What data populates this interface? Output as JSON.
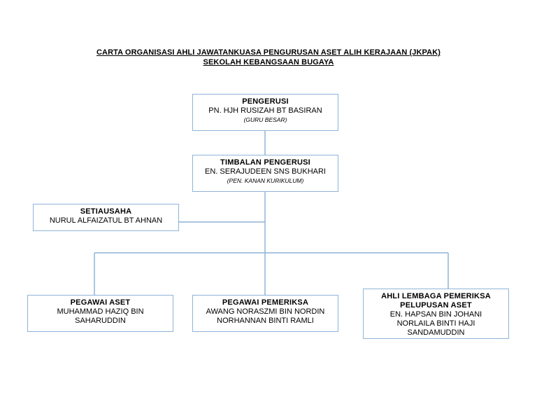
{
  "title": {
    "line1": "CARTA ORGANISASI AHLI JAWATANKUASA PENGURUSAN ASET ALIH KERAJAAN (JKPAK)",
    "line2": "SEKOLAH KEBANGSAAN BUGAYA"
  },
  "nodes": {
    "pengerusi": {
      "role": "PENGERUSI",
      "name": "PN. HJH RUSIZAH BT BASIRAN",
      "position": "(GURU BESAR)"
    },
    "timbalan": {
      "role": "TIMBALAN PENGERUSI",
      "name": "EN. SERAJUDEEN SNS BUKHARI",
      "position": "(PEN. KANAN KURIKULUM)"
    },
    "setiausaha": {
      "role": "SETIAUSAHA",
      "name": "NURUL ALFAIZATUL BT AHNAN"
    },
    "pegawai_aset": {
      "role": "PEGAWAI ASET",
      "names": [
        "MUHAMMAD HAZIQ BIN",
        "SAHARUDDIN"
      ]
    },
    "pegawai_pemeriksa": {
      "role": "PEGAWAI PEMERIKSA",
      "names": [
        "AWANG NORASZMI BIN NORDIN",
        "NORHANNAN BINTI RAMLI"
      ]
    },
    "lembaga": {
      "role_lines": [
        "AHLI LEMBAGA PEMERIKSA",
        "PELUPUSAN ASET"
      ],
      "names": [
        "EN. HAPSAN BIN JOHANI",
        "NORLAILA BINTI HAJI",
        "SANDAMUDDIN"
      ]
    }
  },
  "colors": {
    "border": "#8fb4d9",
    "connector": "#8fb4d9"
  }
}
